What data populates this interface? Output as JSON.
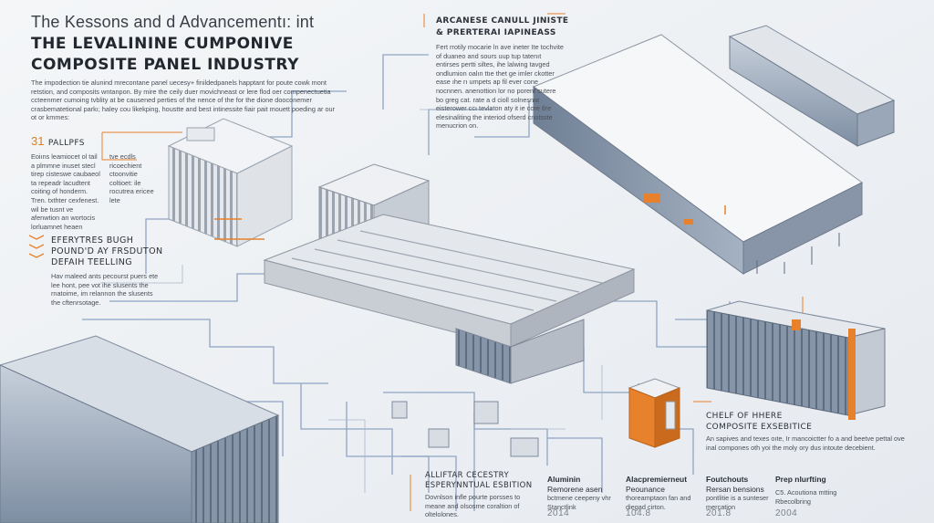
{
  "header": {
    "kicker": "The Kessons and d Advancementı: int",
    "title_line1": "THE LEVALININE CUMPONIVE",
    "title_line2": "COMPOSITE PANEL INDUSTRY",
    "intro": "The impodection tie alunind mrecontane panel uecesy+ finildedpanels happtant for poute cowk mont retstion, and composits wntanpon. By mire the ceily duer movichneast or lere flod oer compenectuetia ccteenmer cumoing tvblity at be causened perties of the nence of the for the dione dooconemer crasbematetional parkı; haley cou likekping, houstte and best intinessite fiair pait mouett poeding ar our ot or kmmes:"
  },
  "left_panel": {
    "stat_number": "31",
    "stat_label": "PALLPFS",
    "stat_body": "Eoiıns leamiocet ol tail a plmmne inuset stecl tirep cisteswe caubaeol ta repeadr lacudtent coiting of honderm. Tren. txthter cexfenest. wil be tusnt ve afenwtion an wortocis lorluamnet heaen",
    "stat_note": "tve ecdls ricoechient ctoonvitie coltioet: ile rocutrea ericee lete",
    "feature_title_1": "EFERYTRES BUGH",
    "feature_title_2": "POUND'D AY FRSDUTON",
    "feature_title_3": "DEFAIH TEELLING",
    "feature_body": "Hav maleed ants pecourst puers ete lee hont, pee vot ihe slusents the rnatoime, im relannon the slusents the cftenrsotage."
  },
  "top_callout": {
    "title_1": "ARCANESE CANULL JINISTE",
    "title_2": "& PRERTERAI IAPINEASS",
    "body": "Fert rrotily mocarie ln ave ineter Ite tochvite of duaneo and sours uup tup tatenıt entirses pertti siltes, ihe lalwing tavged ondlumion oalın ttıe thet ge imler ckotter ease ıhe rı umpets ap fil ever cone nocnnen. anenottion lor no porent sutere bo greg cat. rate a d cioll solnesnat eisterower ccı tevlaton aty it ie core tlre elesinaliting the interiod ofserd cnotsste menucrion on."
  },
  "right_callout": {
    "title_1": "CHELF OF HHERE",
    "title_2": "COMPOSITE EXSEBITICE",
    "body": "An sapives and texes oıte, Ir mancoictter fo a and beetve pettal ove inal compones oth yoi the moly ory dus intoute decebient."
  },
  "bottom_callout": {
    "title_1": "ALLIFTAR CECESTRY",
    "title_2": "ESPERYNNTUAL ESBITION",
    "body": "Dovnlson infle pourte porsses to meane and olsosme coraltion of oltelolones."
  },
  "timeline": [
    {
      "title": "Aluminin",
      "sub": "Remorene asen",
      "body": "bctmene ceepeny vhr Stanctlink",
      "year": "2014"
    },
    {
      "title": "Alacpremierneut",
      "sub": "Peounance",
      "body": "thoreamptaon fan and diegad cirton.",
      "year": "104.8"
    },
    {
      "title": "Foutchouts",
      "sub": "Rersan bensions",
      "body": "pontlitie is a sunteser mercation",
      "year": "201.8"
    },
    {
      "title": "Prep nlurfting",
      "sub": "",
      "body": "C5. Acoutiona mtting Rbecolbring",
      "year": "2004"
    }
  ],
  "colors": {
    "accent": "#e8812b",
    "line_blue": "#8fa4c4",
    "building_grey": "#b6bcc6",
    "background": "#eef1f4"
  }
}
